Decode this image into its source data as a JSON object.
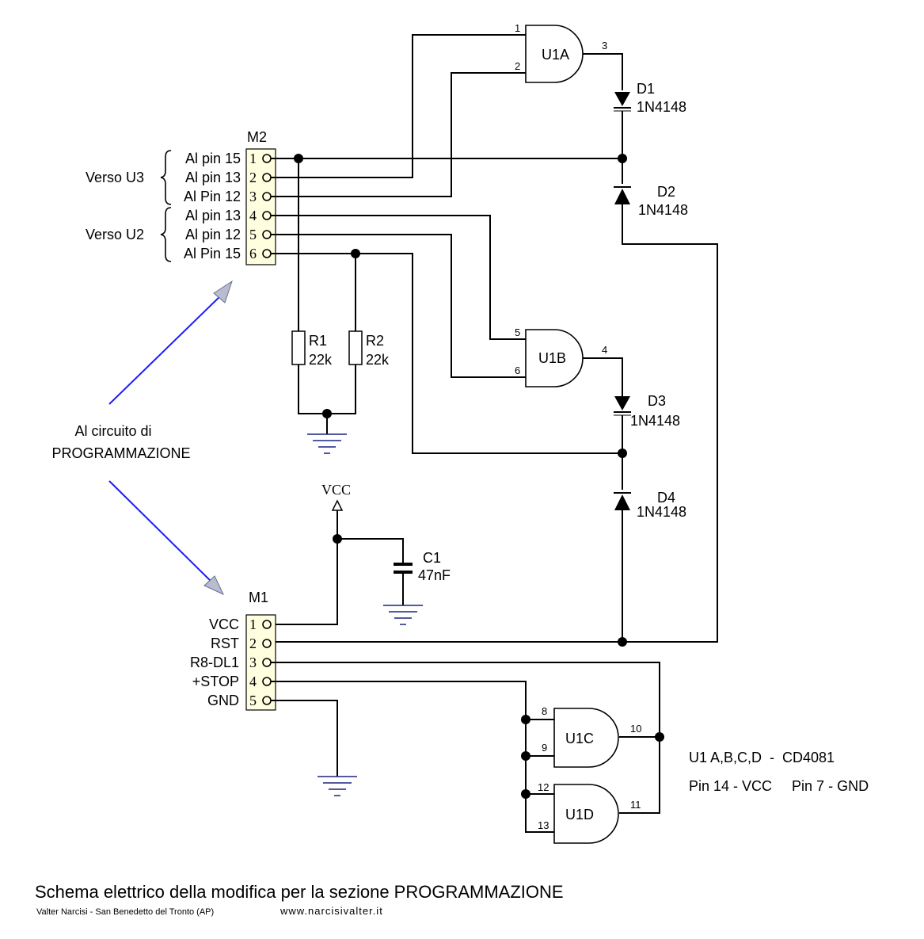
{
  "connectors": {
    "m2": {
      "name": "M2",
      "pins": [
        "1",
        "2",
        "3",
        "4",
        "5",
        "6"
      ],
      "labels": [
        "Al pin 15",
        "Al pin 13",
        "Al Pin 12",
        "Al pin 13",
        "Al pin 12",
        "Al Pin 15"
      ]
    },
    "m1": {
      "name": "M1",
      "pins": [
        "1",
        "2",
        "3",
        "4",
        "5"
      ],
      "labels": [
        "VCC",
        "RST",
        "R8-DL1",
        "+STOP",
        "GND"
      ]
    }
  },
  "groups": {
    "u3": "Verso U3",
    "u2": "Verso U2"
  },
  "gates": {
    "u1a": {
      "name": "U1A",
      "in1": "1",
      "in2": "2",
      "out": "3"
    },
    "u1b": {
      "name": "U1B",
      "in1": "5",
      "in2": "6",
      "out": "4"
    },
    "u1c": {
      "name": "U1C",
      "in1": "8",
      "in2": "9",
      "out": "10"
    },
    "u1d": {
      "name": "U1D",
      "in1": "12",
      "in2": "13",
      "out": "11"
    }
  },
  "diodes": {
    "d1": {
      "ref": "D1",
      "value": "1N4148"
    },
    "d2": {
      "ref": "D2",
      "value": "1N4148"
    },
    "d3": {
      "ref": "D3",
      "value": "1N4148"
    },
    "d4": {
      "ref": "D4",
      "value": "1N4148"
    }
  },
  "resistors": {
    "r1": {
      "ref": "R1",
      "value": "22k"
    },
    "r2": {
      "ref": "R2",
      "value": "22k"
    }
  },
  "capacitor": {
    "ref": "C1",
    "value": "47nF"
  },
  "vcc_label": "VCC",
  "programming_note": {
    "line1": "Al circuito di",
    "line2": "PROGRAMMAZIONE"
  },
  "ic_note": {
    "line1": "U1 A,B,C,D  -  CD4081",
    "line2": "Pin 14 - VCC     Pin 7 - GND"
  },
  "footer": {
    "title": "Schema elettrico della modifica per la sezione PROGRAMMAZIONE",
    "author": "Valter Narcisi - San Benedetto del Tronto (AP)",
    "website": "www.narcisivalter.it"
  },
  "colors": {
    "wire": "#000000",
    "ground": "#1a237e",
    "arrow": "#1a1aff",
    "connector_fill": "#ffffe0"
  }
}
